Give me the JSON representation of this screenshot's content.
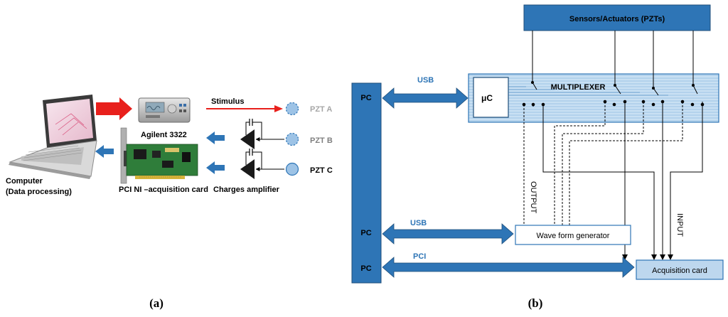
{
  "panel_a": {
    "stimulus": "Stimulus",
    "agilent": "Agilent 3322",
    "pzt_a": "PZT A",
    "pzt_b": "PZT B",
    "pzt_c": "PZT C",
    "computer_line1": "Computer",
    "computer_line2": "(Data processing)",
    "acq_card": "PCI NI –acquisition card",
    "charges_amp": "Charges amplifier",
    "caption": "(a)"
  },
  "panel_b": {
    "sensors": "Sensors/Actuators (PZTs)",
    "pc_top": "PC",
    "pc_mid": "PC",
    "pc_bot": "PC",
    "usb_top": "USB",
    "usb_mid": "USB",
    "pci": "PCI",
    "uc": "μC",
    "multiplexer": "MULTIPLEXER",
    "output": "OUTPUT",
    "input": "INPUT",
    "wave_gen": "Wave form generator",
    "acq_card": "Acquisition card",
    "caption": "(b)"
  },
  "colors": {
    "blue": "#2e75b6",
    "dark_blue": "#1f4e79",
    "light_blue": "#bdd7ee",
    "red": "#e8201c",
    "pzt_fill": "#9dc3e6",
    "gray_text": "#a6a6a6"
  }
}
